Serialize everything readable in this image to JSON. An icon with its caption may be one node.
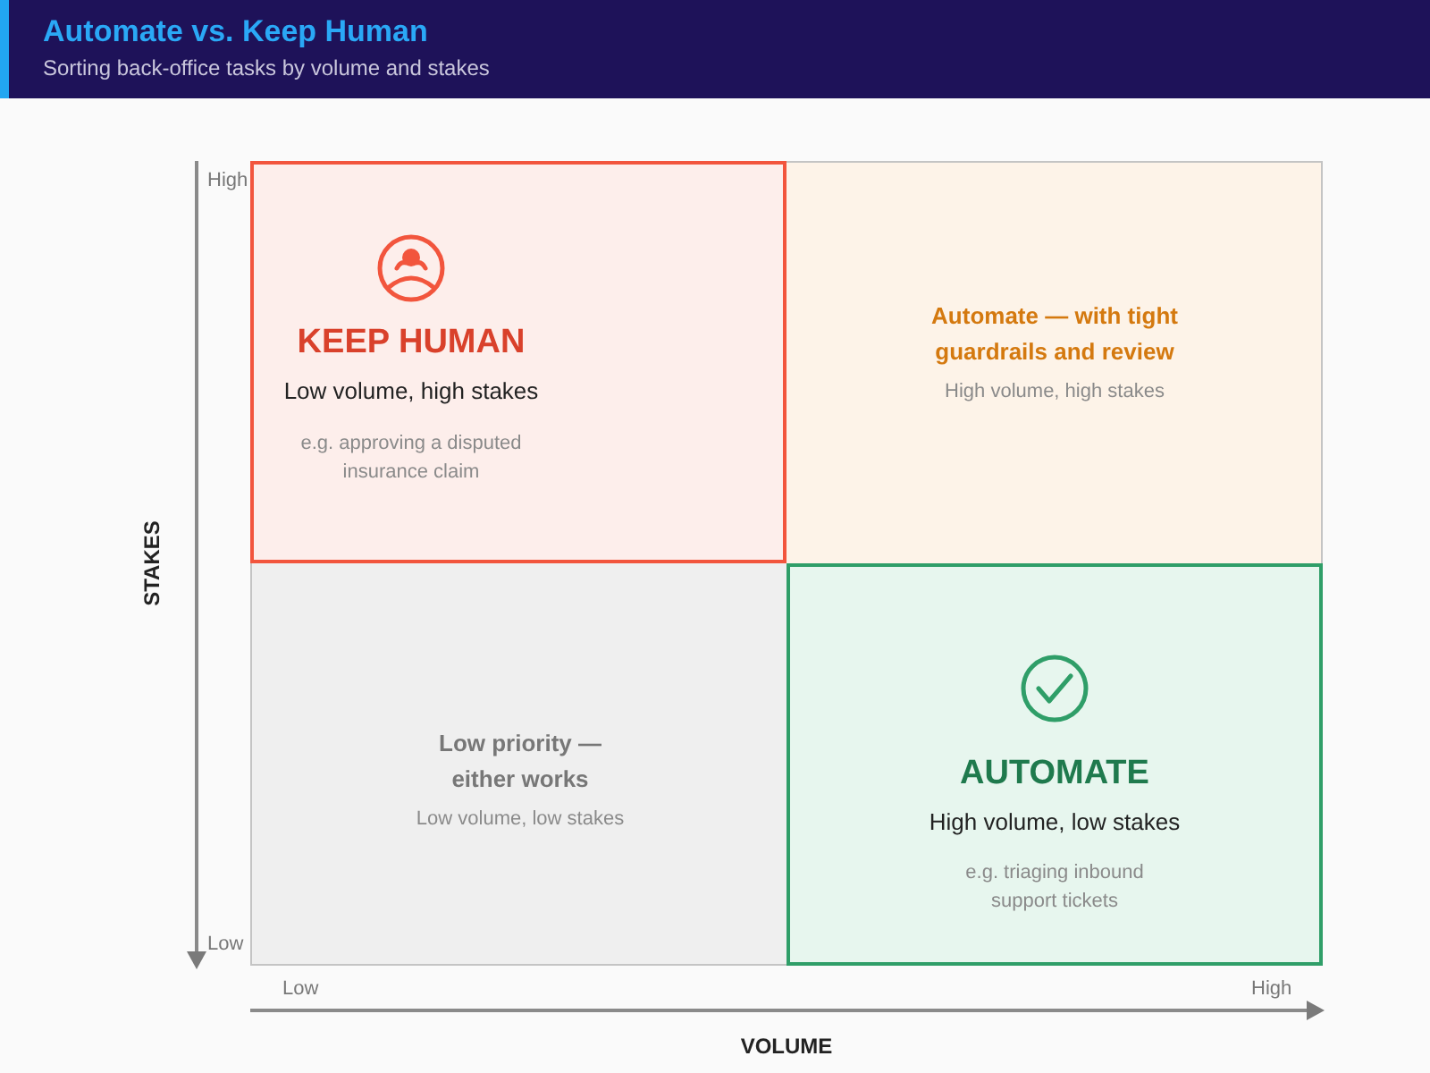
{
  "diagram": {
    "title": "Automate vs. Keep Human",
    "nodes": [
      {
        "text": [
          "KEEP HUMAN",
          "Low volume, high stakes",
          "e.g. approving a disputed insurance claim"
        ]
      },
      {
        "text": [
          "Automate — with tight guardrails and review",
          "High volume, high stakes"
        ]
      },
      {
        "text": [
          "Low priority — either works",
          "Low volume, low stakes"
        ]
      },
      {
        "text": [
          "AUTOMATE",
          "High volume, low stakes",
          "e.g. triaging inbound support tickets"
        ]
      }
    ],
    "labels": [
      "Sorting back-office tasks by volume and stakes",
      "High",
      "STAKES",
      "Low",
      "Low",
      "High",
      "VOLUME"
    ]
  }
}
